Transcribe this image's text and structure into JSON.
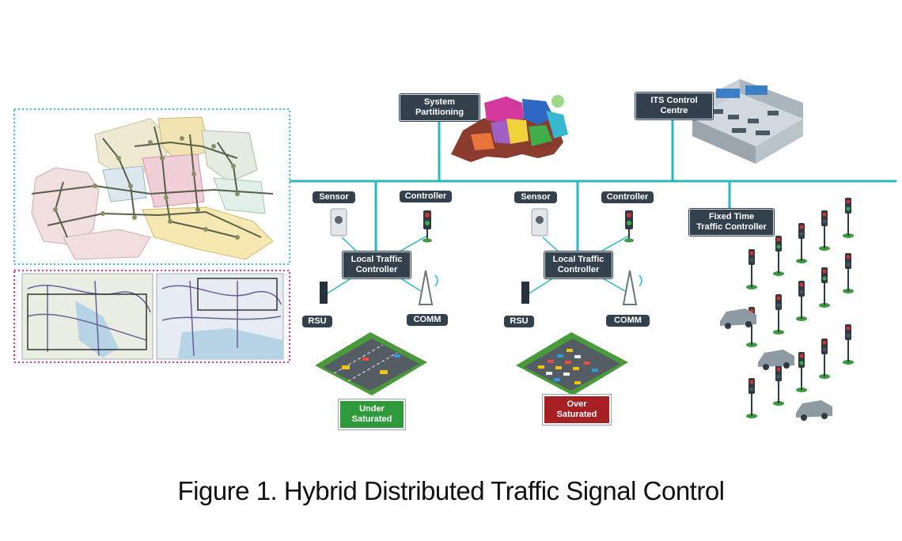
{
  "labels": {
    "system_partitioning": "System\nPartitioning",
    "its_control_centre": "ITS Control\nCentre",
    "fixed_time_controller": "Fixed Time\nTraffic Controller",
    "local_controller_1": "Local Traffic\nController",
    "local_controller_2": "Local Traffic\nController",
    "sensor_1": "Sensor",
    "sensor_2": "Sensor",
    "controller_1": "Controller",
    "controller_2": "Controller",
    "rsu_1": "RSU",
    "rsu_2": "RSU",
    "comm_1": "COMM",
    "comm_2": "COMM",
    "under_saturated": "Under\nSaturated",
    "over_saturated": "Over\nSaturated"
  },
  "caption": "Figure 1. Hybrid Distributed Traffic Signal Control",
  "colors": {
    "bus_line": "#2ab7c4",
    "label_bg": "#33404d",
    "under_saturated": "#2e9a3c",
    "over_saturated": "#a71f23",
    "dotted_teal": "#3fc3cf",
    "dotted_pink": "#e0317a"
  }
}
